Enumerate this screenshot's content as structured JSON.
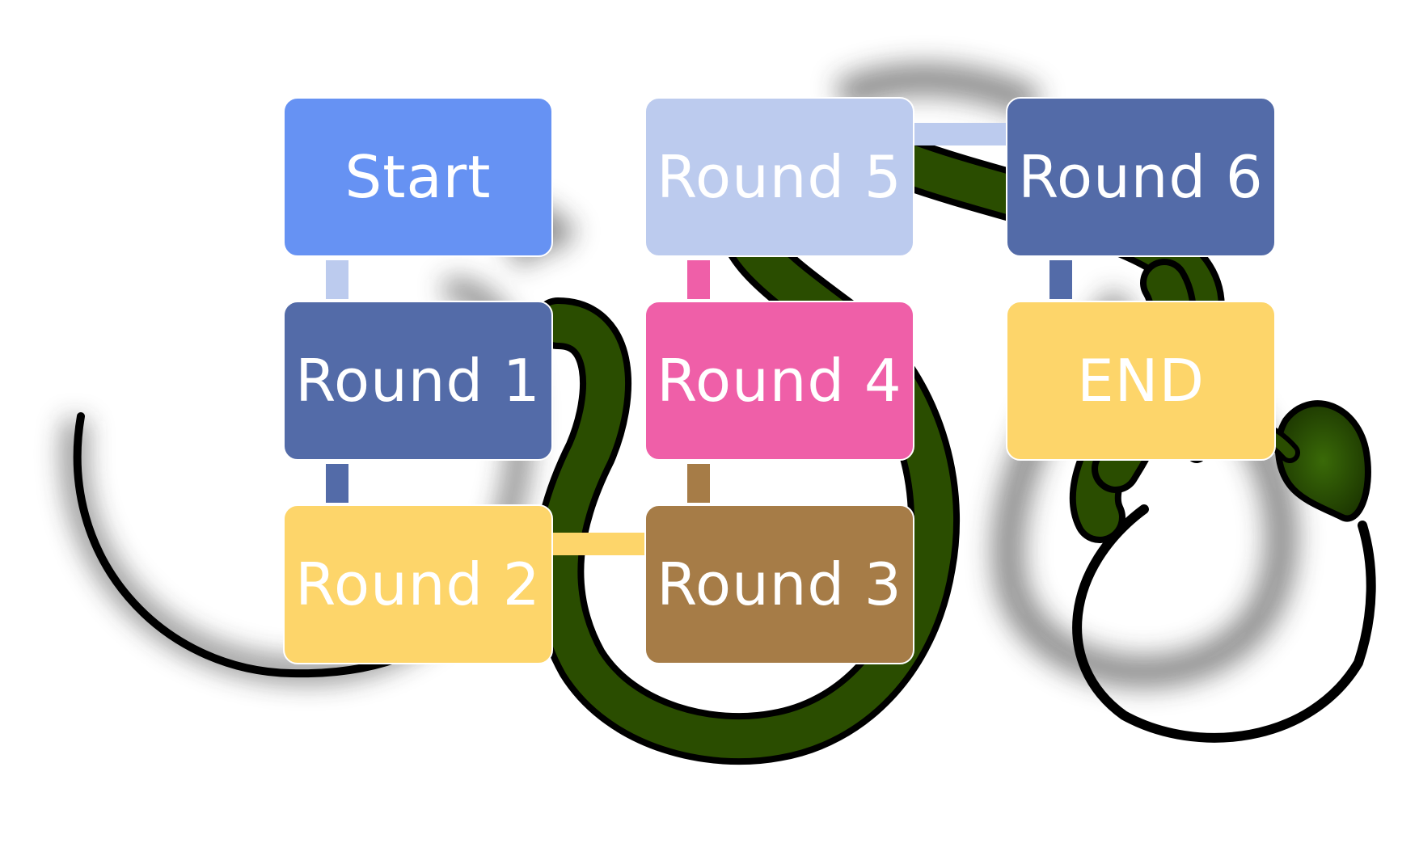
{
  "diagram": {
    "nodes": [
      {
        "id": "start",
        "label": "Start",
        "color": "#6692f3"
      },
      {
        "id": "round1",
        "label": "Round 1",
        "color": "#536ba8"
      },
      {
        "id": "round2",
        "label": "Round 2",
        "color": "#fdd56a"
      },
      {
        "id": "round3",
        "label": "Round 3",
        "color": "#a67c47"
      },
      {
        "id": "round4",
        "label": "Round 4",
        "color": "#ef5fa8"
      },
      {
        "id": "round5",
        "label": "Round 5",
        "color": "#bccbee"
      },
      {
        "id": "round6",
        "label": "Round 6",
        "color": "#536ba8"
      },
      {
        "id": "end",
        "label": "END",
        "color": "#fdd56a"
      }
    ],
    "edges": [
      {
        "from": "start",
        "to": "round1",
        "color": "#bccbee"
      },
      {
        "from": "round1",
        "to": "round2",
        "color": "#536ba8"
      },
      {
        "from": "round2",
        "to": "round3",
        "color": "#fdd56a"
      },
      {
        "from": "round3",
        "to": "round4",
        "color": "#a67c47"
      },
      {
        "from": "round4",
        "to": "round5",
        "color": "#ef5fa8"
      },
      {
        "from": "round5",
        "to": "round6",
        "color": "#bccbee"
      },
      {
        "from": "round6",
        "to": "end",
        "color": "#536ba8"
      }
    ]
  },
  "background": {
    "illustration": "snake",
    "snake_colors": {
      "body": "#2a4d00",
      "outline": "#000000",
      "shadow": "#444444"
    }
  }
}
